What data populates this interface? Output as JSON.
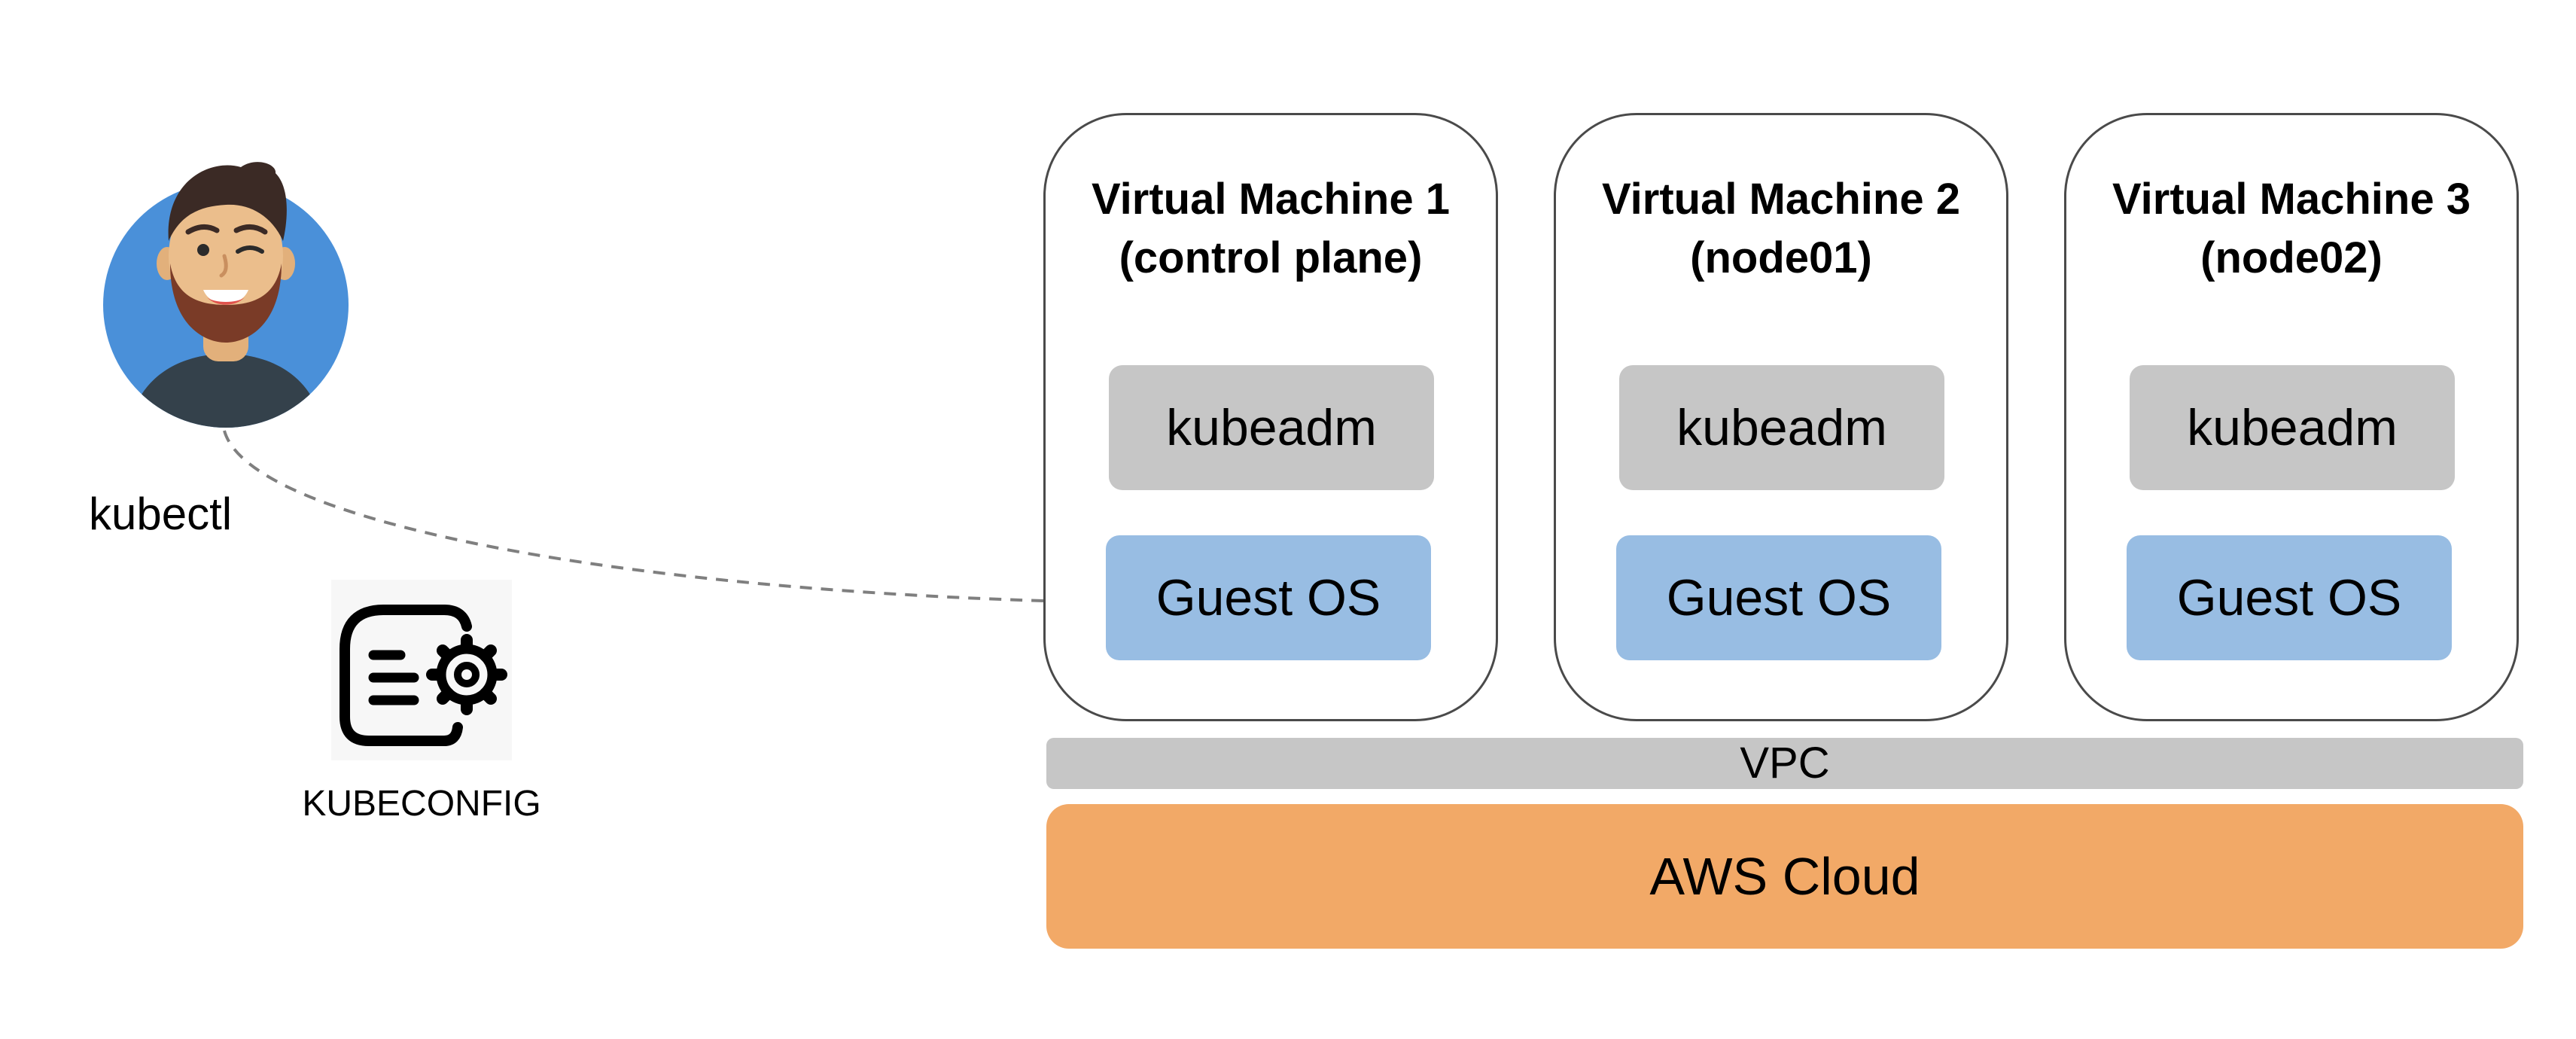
{
  "user": {
    "label": "kubectl"
  },
  "kubeconfig": {
    "label": "KUBECONFIG"
  },
  "vms": [
    {
      "title_line1": "Virtual Machine 1",
      "title_line2": "(control plane)",
      "kubeadm": "kubeadm",
      "os": "Guest OS"
    },
    {
      "title_line1": "Virtual Machine 2",
      "title_line2": "(node01)",
      "kubeadm": "kubeadm",
      "os": "Guest OS"
    },
    {
      "title_line1": "Virtual Machine 3",
      "title_line2": "(node02)",
      "kubeadm": "kubeadm",
      "os": "Guest OS"
    }
  ],
  "network": {
    "vpc": "VPC",
    "cloud": "AWS Cloud"
  },
  "colors": {
    "vm_border": "#4a4a4a",
    "kubeadm_fill": "#c6c6c6",
    "guest_os_fill": "#98bde3",
    "vpc_fill": "#c6c6c6",
    "cloud_fill": "#f2a967",
    "avatar_background": "#4a90d9",
    "connector": "#7f7f7f"
  },
  "icons": {
    "user": "avatar-icon",
    "kubeconfig": "config-file-gear-icon"
  }
}
